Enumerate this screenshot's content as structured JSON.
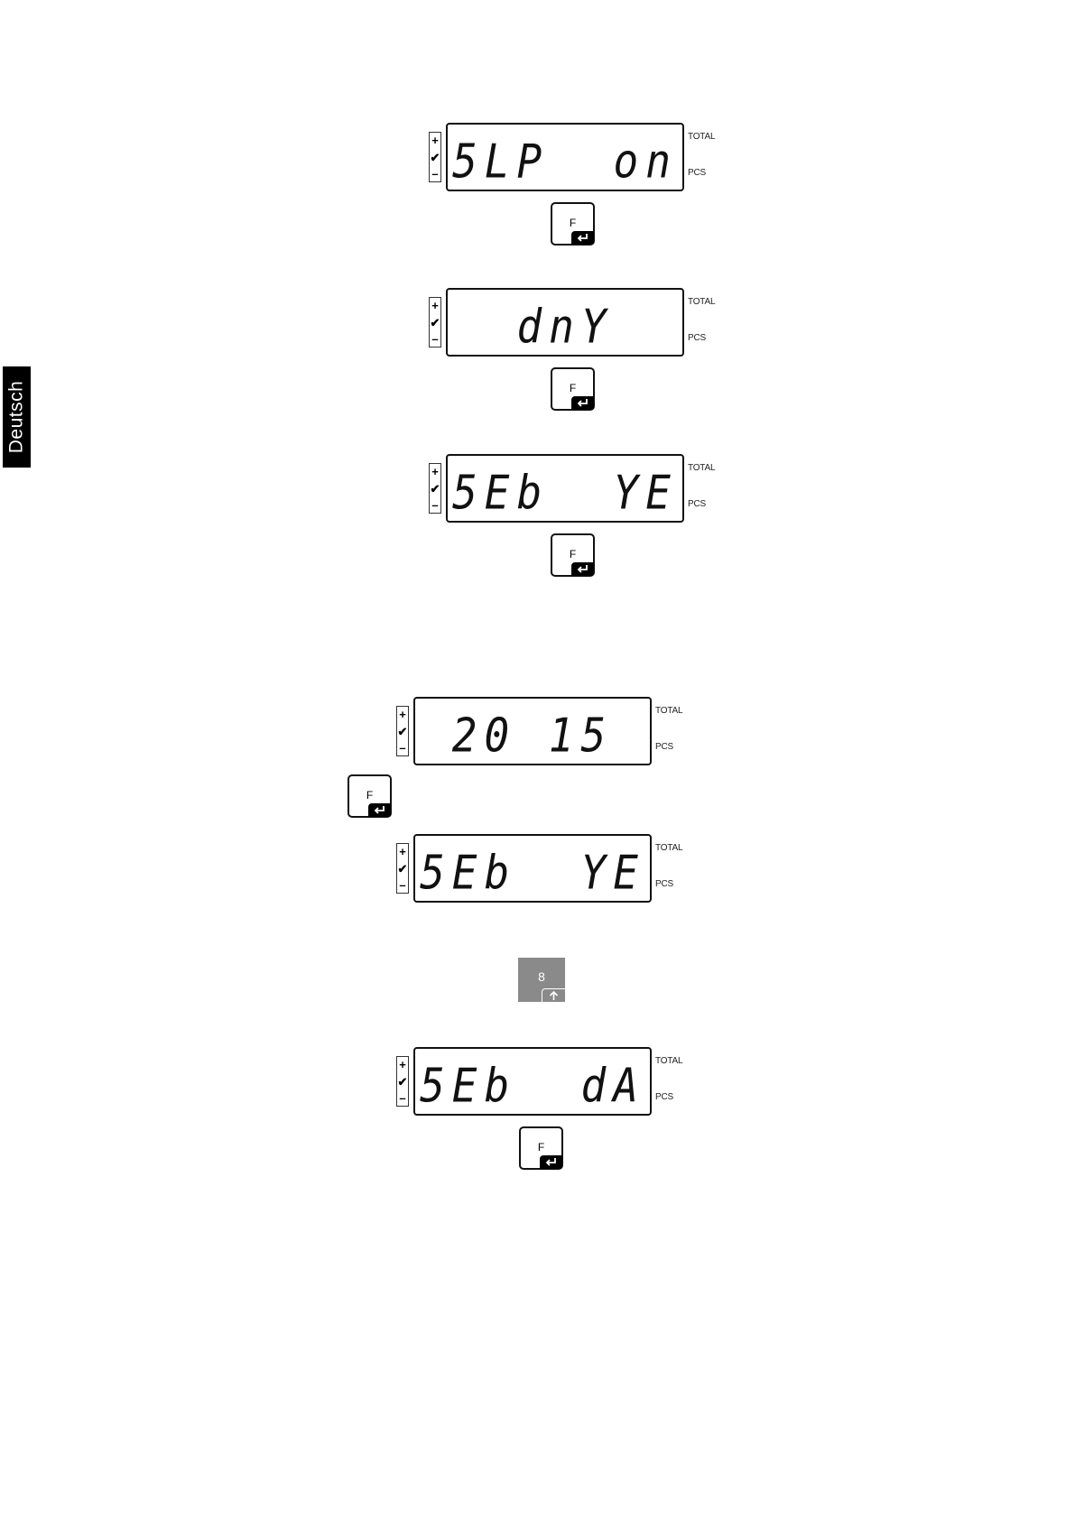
{
  "sidebar": {
    "language_tab": "Deutsch"
  },
  "signs": {
    "plus": "+",
    "check": "✔",
    "minus": "–"
  },
  "labels": {
    "total": "TOTAL",
    "pcs": "PCS"
  },
  "displays": [
    {
      "readout": "5LP  on"
    },
    {
      "readout": "dnY"
    },
    {
      "readout": "5Eb  YE"
    },
    {
      "readout": "20 15"
    },
    {
      "readout": "5Eb  YE"
    },
    {
      "readout": "5Eb  dA"
    }
  ],
  "keys": {
    "f_key": {
      "label": "F",
      "icon": "enter-icon"
    },
    "up_key": {
      "label": "8",
      "icon": "arrow-up-icon"
    }
  }
}
